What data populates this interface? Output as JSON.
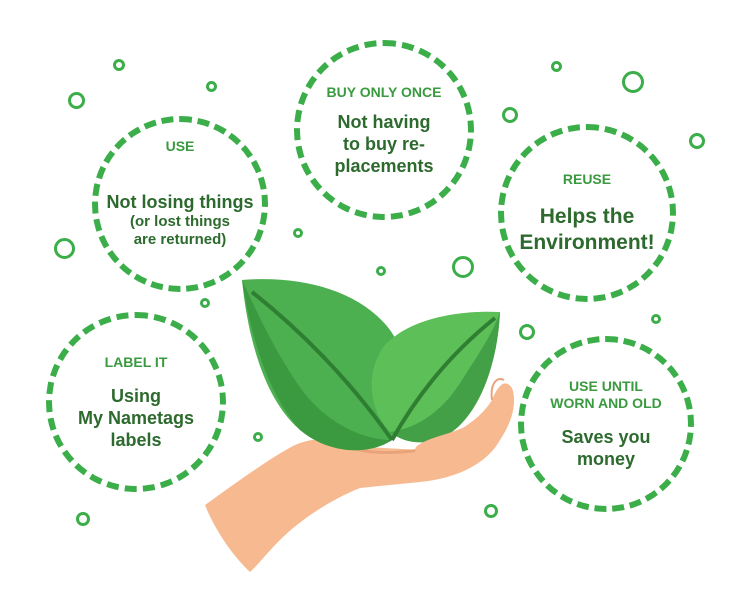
{
  "accent_color": "#3cae49",
  "text_color": "#2d6a2e",
  "bubbles": [
    {
      "id": "use",
      "title": "USE",
      "text_main": "Not losing things",
      "text_sub": "(or lost things\nare returned)"
    },
    {
      "id": "buy-only-once",
      "title": "BUY ONLY ONCE",
      "text_main": "Not having\nto buy re-\nplacements"
    },
    {
      "id": "reuse",
      "title": "REUSE",
      "text_main": "Helps the\nEnvironment!"
    },
    {
      "id": "label-it",
      "title": "LABEL IT",
      "text_main": "Using\nMy Nametags\nlabels"
    },
    {
      "id": "use-until-worn",
      "title": "USE UNTIL\nWORN AND OLD",
      "text_main": "Saves you\nmoney"
    }
  ],
  "illustration": {
    "icon": "hand-holding-leaves-icon"
  }
}
